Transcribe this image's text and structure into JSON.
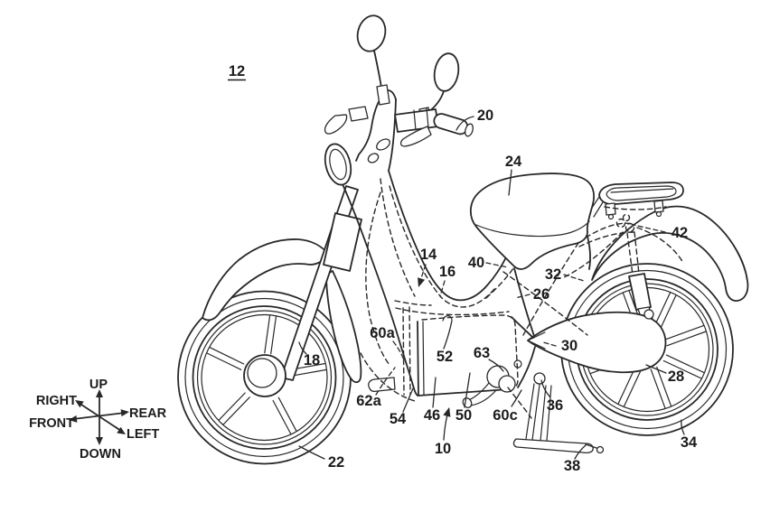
{
  "figure_label": "12",
  "reference_numerals": {
    "n10": "10",
    "n14": "14",
    "n16": "16",
    "n18": "18",
    "n20": "20",
    "n22": "22",
    "n24": "24",
    "n26": "26",
    "n28": "28",
    "n30": "30",
    "n32": "32",
    "n34": "34",
    "n36": "36",
    "n38": "38",
    "n40": "40",
    "n42": "42",
    "n46": "46",
    "n50": "50",
    "n52": "52",
    "n54": "54",
    "n60a": "60a",
    "n60c": "60c",
    "n62a": "62a",
    "n63": "63"
  },
  "compass": {
    "up": "UP",
    "down": "DOWN",
    "front": "FRONT",
    "rear": "REAR",
    "left": "LEFT",
    "right": "RIGHT"
  },
  "line_color": "#282828"
}
